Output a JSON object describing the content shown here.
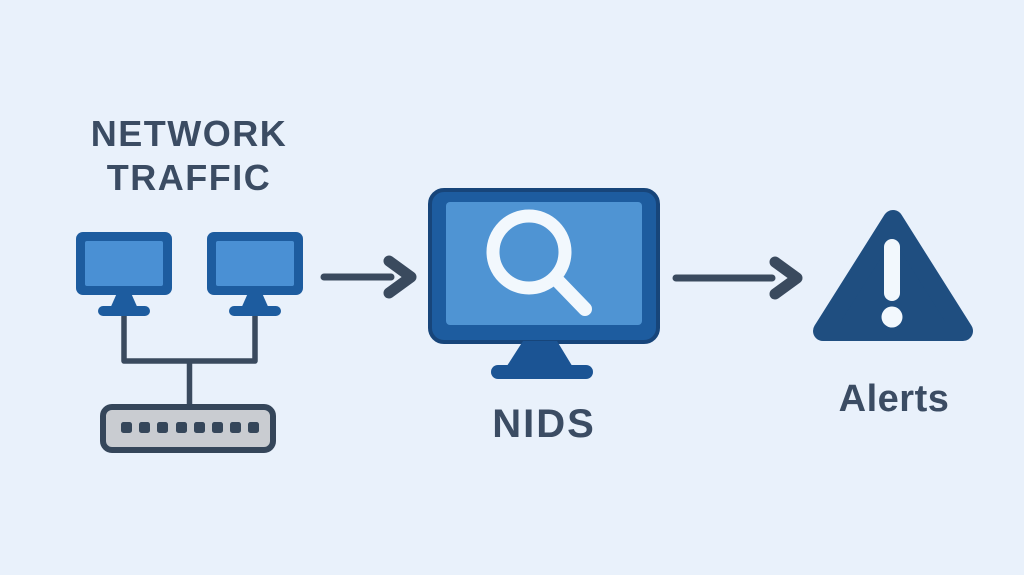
{
  "diagram": {
    "nodes": [
      {
        "id": "network-traffic",
        "label_lines": [
          "NETWORK",
          "TRAFFIC"
        ],
        "icon": "networked-computers-switch-icon"
      },
      {
        "id": "nids",
        "label": "NIDS",
        "icon": "monitor-magnifier-icon"
      },
      {
        "id": "alerts",
        "label": "Alerts",
        "icon": "warning-triangle-icon"
      }
    ],
    "connections": [
      {
        "from": "network-traffic",
        "to": "nids"
      },
      {
        "from": "nids",
        "to": "alerts"
      }
    ]
  },
  "colors": {
    "background": "#e9f1fb",
    "monitor_frame": "#1d5c9f",
    "monitor_screen": "#4a90d4",
    "nids_screen": "#4f94d3",
    "monitor_outline": "#17457a",
    "stand_blue": "#1b5494",
    "alert_navy": "#1f4e80",
    "connector_slate": "#3a4a5e",
    "text_slate": "#3b4c63",
    "switch_gray": "#c9ccd1",
    "switch_border": "#35465a",
    "icon_white": "#f2f8fd"
  }
}
